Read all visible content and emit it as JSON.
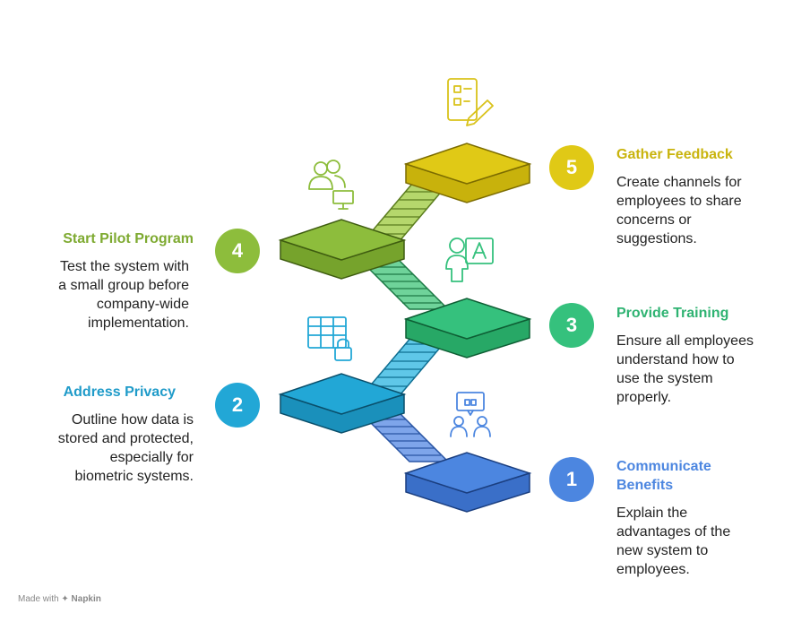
{
  "steps": [
    {
      "number": "1",
      "title": "Communicate Benefits",
      "description": "Explain the advantages of the new system to employees.",
      "color": "#4c86e0"
    },
    {
      "number": "2",
      "title": "Address Privacy",
      "description": "Outline how data is stored and protected, especially for biometric systems.",
      "color": "#22a7d6"
    },
    {
      "number": "3",
      "title": "Provide Training",
      "description": "Ensure all employees understand how to use the system properly.",
      "color": "#35c17d"
    },
    {
      "number": "4",
      "title": "Start Pilot Program",
      "description": "Test the system with a small group before company-wide implementation.",
      "color": "#8dbd3c"
    },
    {
      "number": "5",
      "title": "Gather Feedback",
      "description": "Create channels for employees to share concerns or suggestions.",
      "color": "#e0c916"
    }
  ],
  "icons": [
    "communication-icon",
    "privacy-table-lock-icon",
    "training-person-letter-icon",
    "pilot-group-monitor-icon",
    "feedback-checklist-pencil-icon"
  ],
  "footer": {
    "prefix": "Made with",
    "brand": "Napkin"
  }
}
